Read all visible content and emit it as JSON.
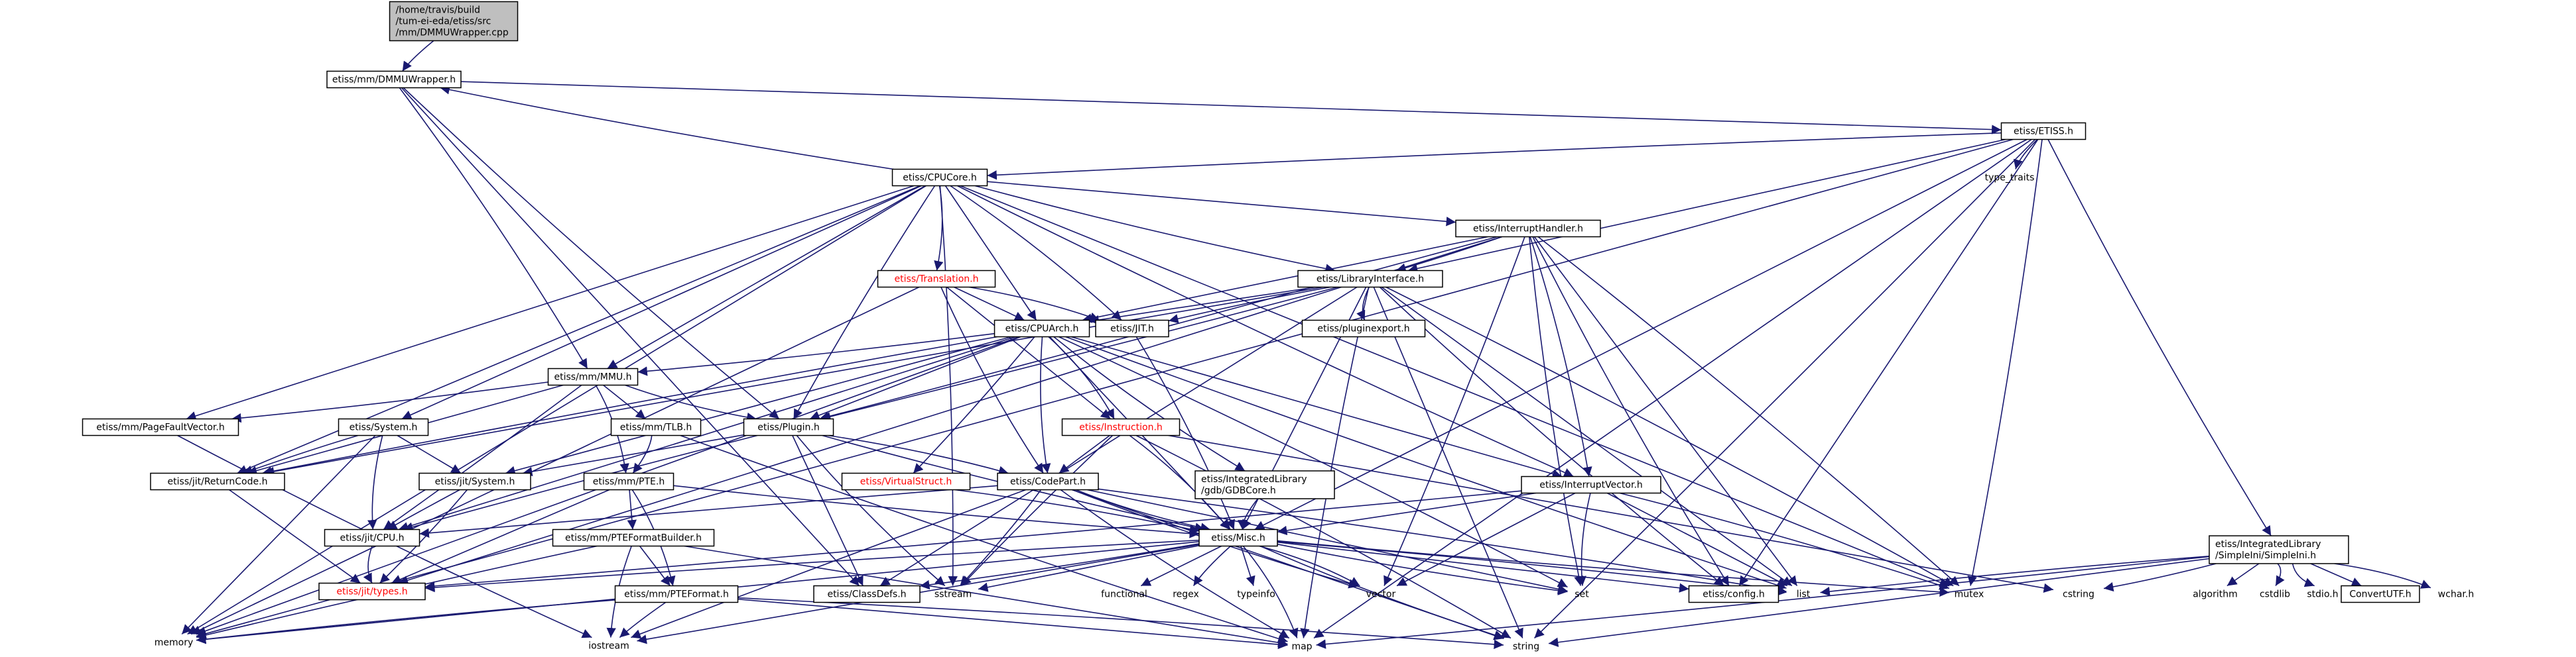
{
  "nodes": [
    {
      "id": "root",
      "lines": [
        "/home/travis/build",
        "/tum-ei-eda/etiss/src",
        "/mm/DMMUWrapper.cpp"
      ],
      "kind": "root"
    },
    {
      "id": "dmmu",
      "lines": [
        "etiss/mm/DMMUWrapper.h"
      ],
      "kind": "box"
    },
    {
      "id": "etissh",
      "lines": [
        "etiss/ETISS.h"
      ],
      "kind": "box"
    },
    {
      "id": "cpucore",
      "lines": [
        "etiss/CPUCore.h"
      ],
      "kind": "box"
    },
    {
      "id": "typetraits",
      "lines": [
        "type_traits"
      ],
      "kind": "plain"
    },
    {
      "id": "inthandler",
      "lines": [
        "etiss/InterruptHandler.h"
      ],
      "kind": "box"
    },
    {
      "id": "translation",
      "lines": [
        "etiss/Translation.h"
      ],
      "kind": "missing"
    },
    {
      "id": "libiface",
      "lines": [
        "etiss/LibraryInterface.h"
      ],
      "kind": "box"
    },
    {
      "id": "cpuarch",
      "lines": [
        "etiss/CPUArch.h"
      ],
      "kind": "box"
    },
    {
      "id": "jith",
      "lines": [
        "etiss/JIT.h"
      ],
      "kind": "box"
    },
    {
      "id": "pluginexport",
      "lines": [
        "etiss/pluginexport.h"
      ],
      "kind": "box"
    },
    {
      "id": "mmuh",
      "lines": [
        "etiss/mm/MMU.h"
      ],
      "kind": "box"
    },
    {
      "id": "pfv",
      "lines": [
        "etiss/mm/PageFaultVector.h"
      ],
      "kind": "box"
    },
    {
      "id": "systemh",
      "lines": [
        "etiss/System.h"
      ],
      "kind": "box"
    },
    {
      "id": "tlb",
      "lines": [
        "etiss/mm/TLB.h"
      ],
      "kind": "box"
    },
    {
      "id": "pluginh",
      "lines": [
        "etiss/Plugin.h"
      ],
      "kind": "box"
    },
    {
      "id": "instr",
      "lines": [
        "etiss/Instruction.h"
      ],
      "kind": "missing"
    },
    {
      "id": "gdbcore",
      "lines": [
        "etiss/IntegratedLibrary",
        "/gdb/GDBCore.h"
      ],
      "kind": "box"
    },
    {
      "id": "intvec",
      "lines": [
        "etiss/InterruptVector.h"
      ],
      "kind": "box"
    },
    {
      "id": "retcode",
      "lines": [
        "etiss/jit/ReturnCode.h"
      ],
      "kind": "box"
    },
    {
      "id": "jitsystem",
      "lines": [
        "etiss/jit/System.h"
      ],
      "kind": "box"
    },
    {
      "id": "pteh",
      "lines": [
        "etiss/mm/PTE.h"
      ],
      "kind": "box"
    },
    {
      "id": "vstruct",
      "lines": [
        "etiss/VirtualStruct.h"
      ],
      "kind": "missing"
    },
    {
      "id": "codepart",
      "lines": [
        "etiss/CodePart.h"
      ],
      "kind": "box"
    },
    {
      "id": "jitcpu",
      "lines": [
        "etiss/jit/CPU.h"
      ],
      "kind": "box"
    },
    {
      "id": "ptefb",
      "lines": [
        "etiss/mm/PTEFormatBuilder.h"
      ],
      "kind": "box"
    },
    {
      "id": "misch",
      "lines": [
        "etiss/Misc.h"
      ],
      "kind": "box"
    },
    {
      "id": "simpleini",
      "lines": [
        "etiss/IntegratedLibrary",
        "/SimpleIni/SimpleIni.h"
      ],
      "kind": "box"
    },
    {
      "id": "jittypes",
      "lines": [
        "etiss/jit/types.h"
      ],
      "kind": "missing"
    },
    {
      "id": "ptef",
      "lines": [
        "etiss/mm/PTEFormat.h"
      ],
      "kind": "box"
    },
    {
      "id": "classdefs",
      "lines": [
        "etiss/ClassDefs.h"
      ],
      "kind": "box"
    },
    {
      "id": "sstream",
      "lines": [
        "sstream"
      ],
      "kind": "plain"
    },
    {
      "id": "functional",
      "lines": [
        "functional"
      ],
      "kind": "plain"
    },
    {
      "id": "regex",
      "lines": [
        "regex"
      ],
      "kind": "plain"
    },
    {
      "id": "typeinfo",
      "lines": [
        "typeinfo"
      ],
      "kind": "plain"
    },
    {
      "id": "vector",
      "lines": [
        "vector"
      ],
      "kind": "plain"
    },
    {
      "id": "set",
      "lines": [
        "set"
      ],
      "kind": "plain"
    },
    {
      "id": "config",
      "lines": [
        "etiss/config.h"
      ],
      "kind": "box"
    },
    {
      "id": "list",
      "lines": [
        "list"
      ],
      "kind": "plain"
    },
    {
      "id": "mutex",
      "lines": [
        "mutex"
      ],
      "kind": "plain"
    },
    {
      "id": "cstring",
      "lines": [
        "cstring"
      ],
      "kind": "plain"
    },
    {
      "id": "algorithm",
      "lines": [
        "algorithm"
      ],
      "kind": "plain"
    },
    {
      "id": "cstdlib",
      "lines": [
        "cstdlib"
      ],
      "kind": "plain"
    },
    {
      "id": "stdio",
      "lines": [
        "stdio.h"
      ],
      "kind": "plain"
    },
    {
      "id": "convertutf",
      "lines": [
        "ConvertUTF.h"
      ],
      "kind": "box"
    },
    {
      "id": "wchar",
      "lines": [
        "wchar.h"
      ],
      "kind": "plain"
    },
    {
      "id": "memory",
      "lines": [
        "memory"
      ],
      "kind": "plain"
    },
    {
      "id": "iostream",
      "lines": [
        "iostream"
      ],
      "kind": "plain"
    },
    {
      "id": "map",
      "lines": [
        "map"
      ],
      "kind": "plain"
    },
    {
      "id": "string",
      "lines": [
        "string"
      ],
      "kind": "plain"
    }
  ],
  "edges": [
    [
      "root",
      "dmmu"
    ],
    [
      "dmmu",
      "etissh"
    ],
    [
      "dmmu",
      "mmuh"
    ],
    [
      "dmmu",
      "pluginh"
    ],
    [
      "dmmu",
      "classdefs"
    ],
    [
      "etissh",
      "cpucore"
    ],
    [
      "etissh",
      "typetraits"
    ],
    [
      "etissh",
      "libiface"
    ],
    [
      "etissh",
      "misch"
    ],
    [
      "etissh",
      "simpleini"
    ],
    [
      "etissh",
      "config"
    ],
    [
      "etissh",
      "mutex"
    ],
    [
      "etissh",
      "memory"
    ],
    [
      "etissh",
      "map"
    ],
    [
      "etissh",
      "string"
    ],
    [
      "cpucore",
      "dmmu"
    ],
    [
      "cpucore",
      "inthandler"
    ],
    [
      "cpucore",
      "translation"
    ],
    [
      "cpucore",
      "libiface"
    ],
    [
      "cpucore",
      "cpuarch"
    ],
    [
      "cpucore",
      "jith"
    ],
    [
      "cpucore",
      "mmuh"
    ],
    [
      "cpucore",
      "pfv"
    ],
    [
      "cpucore",
      "systemh"
    ],
    [
      "cpucore",
      "pluginh"
    ],
    [
      "cpucore",
      "retcode"
    ],
    [
      "cpucore",
      "sstream"
    ],
    [
      "cpucore",
      "intvec"
    ],
    [
      "cpucore",
      "mutex"
    ],
    [
      "cpucore",
      "memory"
    ],
    [
      "inthandler",
      "libiface"
    ],
    [
      "inthandler",
      "cpuarch"
    ],
    [
      "inthandler",
      "intvec"
    ],
    [
      "inthandler",
      "pluginh"
    ],
    [
      "inthandler",
      "jittypes"
    ],
    [
      "inthandler",
      "vector"
    ],
    [
      "inthandler",
      "set"
    ],
    [
      "inthandler",
      "list"
    ],
    [
      "inthandler",
      "mutex"
    ],
    [
      "inthandler",
      "config"
    ],
    [
      "translation",
      "cpuarch"
    ],
    [
      "translation",
      "jith"
    ],
    [
      "translation",
      "codepart"
    ],
    [
      "translation",
      "instr"
    ],
    [
      "translation",
      "memory"
    ],
    [
      "libiface",
      "pluginexport"
    ],
    [
      "libiface",
      "cpuarch"
    ],
    [
      "libiface",
      "jith"
    ],
    [
      "libiface",
      "pluginh"
    ],
    [
      "libiface",
      "misch"
    ],
    [
      "libiface",
      "classdefs"
    ],
    [
      "libiface",
      "config"
    ],
    [
      "libiface",
      "list"
    ],
    [
      "libiface",
      "mutex"
    ],
    [
      "libiface",
      "map"
    ],
    [
      "libiface",
      "string"
    ],
    [
      "libiface",
      "retcode"
    ],
    [
      "cpuarch",
      "mmuh"
    ],
    [
      "cpuarch",
      "pluginh"
    ],
    [
      "cpuarch",
      "instr"
    ],
    [
      "cpuarch",
      "gdbcore"
    ],
    [
      "cpuarch",
      "intvec"
    ],
    [
      "cpuarch",
      "vstruct"
    ],
    [
      "cpuarch",
      "codepart"
    ],
    [
      "cpuarch",
      "jitsystem"
    ],
    [
      "cpuarch",
      "retcode"
    ],
    [
      "cpuarch",
      "jitcpu"
    ],
    [
      "cpuarch",
      "misch"
    ],
    [
      "cpuarch",
      "set"
    ],
    [
      "cpuarch",
      "list"
    ],
    [
      "cpuarch",
      "memory"
    ],
    [
      "jith",
      "misch"
    ],
    [
      "mmuh",
      "pfv"
    ],
    [
      "mmuh",
      "tlb"
    ],
    [
      "mmuh",
      "pteh"
    ],
    [
      "mmuh",
      "pluginh"
    ],
    [
      "mmuh",
      "retcode"
    ],
    [
      "mmuh",
      "jitcpu"
    ],
    [
      "pfv",
      "iostream"
    ],
    [
      "systemh",
      "jitsystem"
    ],
    [
      "systemh",
      "retcode"
    ],
    [
      "systemh",
      "jitcpu"
    ],
    [
      "systemh",
      "memory"
    ],
    [
      "tlb",
      "pteh"
    ],
    [
      "tlb",
      "map"
    ],
    [
      "pluginh",
      "jitsystem"
    ],
    [
      "pluginh",
      "codepart"
    ],
    [
      "pluginh",
      "misch"
    ],
    [
      "pluginh",
      "classdefs"
    ],
    [
      "pluginh",
      "jitcpu"
    ],
    [
      "pluginh",
      "sstream"
    ],
    [
      "instr",
      "codepart"
    ],
    [
      "instr",
      "misch"
    ],
    [
      "instr",
      "sstream"
    ],
    [
      "instr",
      "cstring"
    ],
    [
      "instr",
      "string"
    ],
    [
      "gdbcore",
      "misch"
    ],
    [
      "intvec",
      "misch"
    ],
    [
      "intvec",
      "vector"
    ],
    [
      "intvec",
      "set"
    ],
    [
      "intvec",
      "list"
    ],
    [
      "intvec",
      "mutex"
    ],
    [
      "intvec",
      "jittypes"
    ],
    [
      "retcode",
      "jittypes"
    ],
    [
      "jitsystem",
      "jittypes"
    ],
    [
      "jitsystem",
      "jitcpu"
    ],
    [
      "pteh",
      "ptefb"
    ],
    [
      "pteh",
      "ptef"
    ],
    [
      "pteh",
      "misch"
    ],
    [
      "pteh",
      "jittypes"
    ],
    [
      "vstruct",
      "misch"
    ],
    [
      "codepart",
      "misch"
    ],
    [
      "codepart",
      "jitcpu"
    ],
    [
      "codepart",
      "sstream"
    ],
    [
      "codepart",
      "vector"
    ],
    [
      "codepart",
      "set"
    ],
    [
      "codepart",
      "list"
    ],
    [
      "codepart",
      "map"
    ],
    [
      "codepart",
      "string"
    ],
    [
      "codepart",
      "iostream"
    ],
    [
      "jitcpu",
      "jittypes"
    ],
    [
      "ptefb",
      "ptef"
    ],
    [
      "ptefb",
      "memory"
    ],
    [
      "ptefb",
      "iostream"
    ],
    [
      "ptefb",
      "map"
    ],
    [
      "misch",
      "jittypes"
    ],
    [
      "misch",
      "classdefs"
    ],
    [
      "misch",
      "sstream"
    ],
    [
      "misch",
      "functional"
    ],
    [
      "misch",
      "regex"
    ],
    [
      "misch",
      "typeinfo"
    ],
    [
      "misch",
      "vector"
    ],
    [
      "misch",
      "set"
    ],
    [
      "misch",
      "config"
    ],
    [
      "misch",
      "list"
    ],
    [
      "misch",
      "mutex"
    ],
    [
      "misch",
      "iostream"
    ],
    [
      "misch",
      "map"
    ],
    [
      "misch",
      "string"
    ],
    [
      "misch",
      "memory"
    ],
    [
      "simpleini",
      "list"
    ],
    [
      "simpleini",
      "cstring"
    ],
    [
      "simpleini",
      "algorithm"
    ],
    [
      "simpleini",
      "cstdlib"
    ],
    [
      "simpleini",
      "stdio"
    ],
    [
      "simpleini",
      "convertutf"
    ],
    [
      "simpleini",
      "wchar"
    ],
    [
      "simpleini",
      "map"
    ],
    [
      "simpleini",
      "string"
    ],
    [
      "ptef",
      "memory"
    ],
    [
      "ptef",
      "iostream"
    ],
    [
      "ptef",
      "map"
    ],
    [
      "ptef",
      "string"
    ]
  ]
}
